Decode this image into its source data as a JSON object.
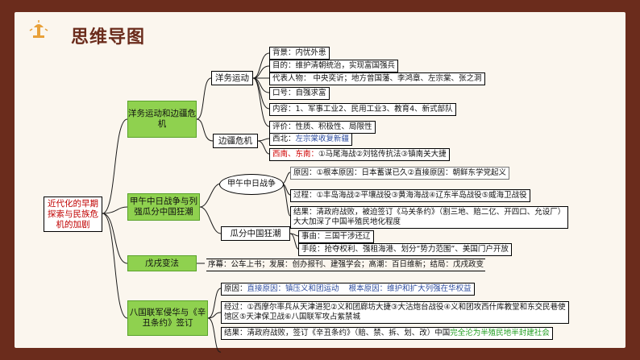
{
  "header": {
    "title": "思维导图"
  },
  "root": {
    "label": "近代化的早期探索与民族危机的加剧"
  },
  "branch1": {
    "label": "洋务运动和边疆危机",
    "yangwu": {
      "label": "洋务运动",
      "items": [
        "背景：内忧外患",
        "目的：维护清朝统治，实现富国强兵",
        "代表人物： 中央奕䜣；地方曾国藩、李鸿章、左宗棠、张之洞",
        "口号：自强求富",
        "内容：1、军事工业2、民用工业3、教育4、新式部队",
        "评价：性质、积极性、局限性"
      ]
    },
    "bianjiang": {
      "label": "边疆危机",
      "xibei_prefix": "西北：",
      "xibei_text": "左宗棠收复新疆",
      "xinan_prefix": "西南、东南：",
      "xinan_text": "①马尾海战②刘铭传抗法③镇南关大捷"
    }
  },
  "branch2": {
    "label": "甲午中日战争与列强瓜分中国狂潮",
    "jiawu": {
      "label": "甲午中日战争",
      "reason": "原因：①根本原因：日本蓄谋已久②直接原因：朝鲜东学党起义",
      "process": "过程：①丰岛海战②平壤战役③黄海海战④辽东半岛战役⑤威海卫战役",
      "result_line1": "结果：清政府战败，被迫签订《马关条约》（割三地、赔二亿、开四口、允设厂）",
      "result_line2": "大大加深了中国半殖民地化程度"
    },
    "guafen": {
      "label": "瓜分中国狂潮",
      "event": "事由：三国干涉还辽",
      "means": "手段：抢夺权利、强租海港、划分“势力范围”、美国门户开放"
    }
  },
  "branch3": {
    "label": "戊戌变法",
    "summary": "序幕：公车上书；发展：创办报刊、建强学会；高潮：百日维新；结局：戊戌政变"
  },
  "branch4": {
    "label": "八国联军侵华与《辛丑条约》签订",
    "reason_prefix": "原因：",
    "reason_direct": "直接原因：镇压义和团运动",
    "reason_root": "根本原因：维护和扩大列强在华权益",
    "process_line1": "经过：①西摩尔率兵从天津进犯②义和团廊坊大捷③大沽炮台战役④义和团攻西什库教堂和东交民巷使",
    "process_line2": "馆区⑤天津保卫战⑥八国联军攻占紫禁城",
    "result_prefix": "结果：清政府战败，签订《辛丑条约》（赔、禁、拆、划、改）中国",
    "result_highlight": "完全沦为半殖民地半封建社会"
  },
  "colors": {
    "frame": "#6b2c1c",
    "node_green": "#8fd14f",
    "line": "#1a1a1a",
    "root_text": "#c00000"
  }
}
